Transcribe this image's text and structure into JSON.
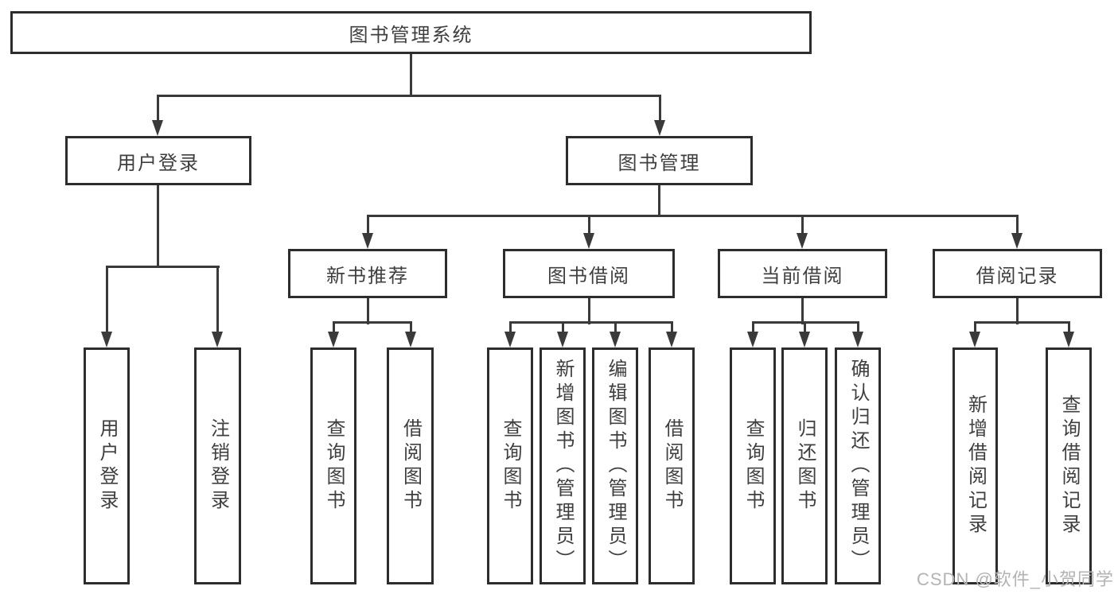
{
  "title": "图书管理系统",
  "watermark": "CSDN @软件_小贺同学",
  "colors": {
    "line": "#3a3a3a",
    "box_border": "#2d2d2d",
    "text": "#3f3f3f",
    "background": "#ffffff",
    "watermark": "#b3b3b3"
  },
  "chart_type": "hierarchy-tree",
  "tree": {
    "root": {
      "label": "图书管理系统"
    },
    "branches": [
      {
        "label": "用户登录",
        "children": [
          {
            "label": "用户登录"
          },
          {
            "label": "注销登录"
          }
        ]
      },
      {
        "label": "图书管理",
        "children": [
          {
            "label": "新书推荐",
            "children": [
              {
                "label": "查询图书"
              },
              {
                "label": "借阅图书"
              }
            ]
          },
          {
            "label": "图书借阅",
            "children": [
              {
                "label": "查询图书"
              },
              {
                "label": "新增图书（管理员）"
              },
              {
                "label": "编辑图书（管理员）"
              },
              {
                "label": "借阅图书"
              }
            ]
          },
          {
            "label": "当前借阅",
            "children": [
              {
                "label": "查询图书"
              },
              {
                "label": "归还图书"
              },
              {
                "label": "确认归还（管理员）"
              }
            ]
          },
          {
            "label": "借阅记录",
            "children": [
              {
                "label": "新增借阅记录"
              },
              {
                "label": "查询借阅记录"
              }
            ]
          }
        ]
      }
    ]
  }
}
